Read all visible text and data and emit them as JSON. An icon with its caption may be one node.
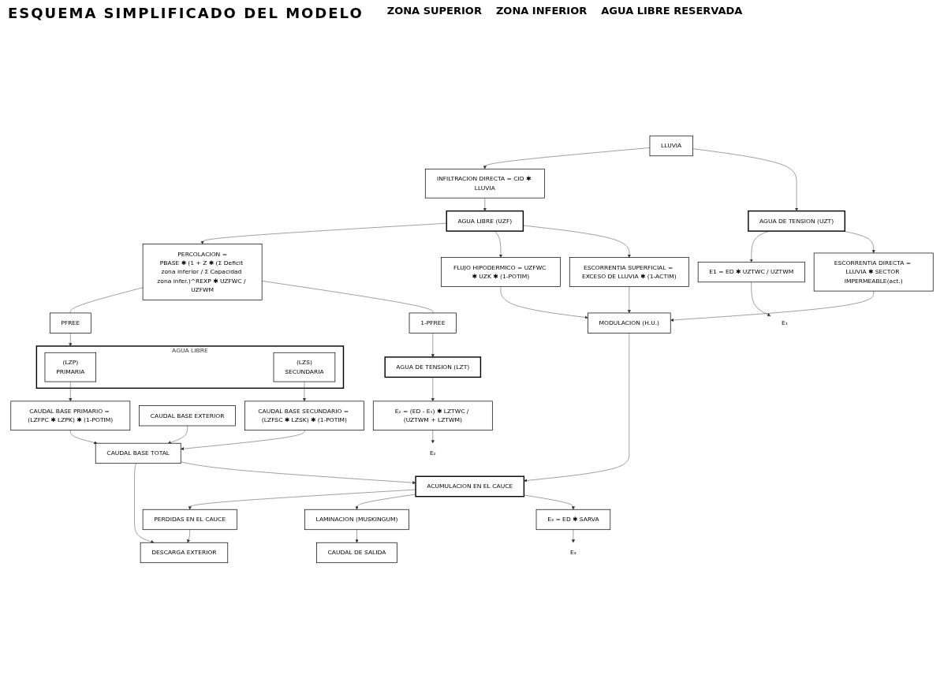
{
  "diagram": {
    "title": "ESQUEMA SIMPLIFICADO DEL MODELO",
    "nodes": [
      {
        "text": [
          "LLUVIA"
        ]
      },
      {
        "text": [
          "INFILTRACION DIRECTA = CID ✱ LLUVIA"
        ]
      },
      {
        "text": [
          "AGUA DE TENSION (UZT)"
        ]
      },
      {
        "text": [
          "AGUA LIBRE (UZF)"
        ]
      },
      {
        "text": [
          "ESCORRENTIA DIRECTA = LLUVIA ✱ SECTOR IMPERMEABLE(act.)"
        ]
      },
      {
        "text": [
          "ESCORRENTIA SUPERFICIAL = EXCESO DE LLUVIA ✱ (1-ACTIM)"
        ]
      },
      {
        "text": [
          "FLUJO HIPODERMICO = UZFWC ✱ UZK ✱ (1-POTIM)"
        ]
      },
      {
        "text": [
          "E1 = ED ✱ UZTWC / UZTWM"
        ]
      },
      {
        "text": [
          "E₁"
        ]
      },
      {
        "text": [
          "PERCOLACION =",
          "PBASE ✱ (1 + Z ✱ (Σ Deficit zona inferior / Σ Capacidad zona infer.)^REXP ✱ UZFWC / UZFWM"
        ]
      },
      {
        "text": [
          "1-PFREE"
        ]
      },
      {
        "text": [
          "PFREE"
        ]
      },
      {
        "text": [
          "AGUA DE TENSION (LZT)"
        ]
      },
      {
        "text": [
          "AGUA LIBRE"
        ]
      },
      {
        "text": [
          "(LZP)",
          "PRIMARIA"
        ],
        "in": 13
      },
      {
        "text": [
          "(LZS)",
          "SECUNDARIA"
        ],
        "in": 13
      },
      {
        "text": [
          "E₂ = (ED - E₁) ✱ LZTWC / (UZTWM + LZTWM)"
        ]
      },
      {
        "text": [
          "E₂"
        ]
      },
      {
        "text": [
          "CAUDAL BASE EXTERIOR"
        ]
      },
      {
        "text": [
          "CAUDAL BASE TOTAL"
        ]
      },
      {
        "text": [
          "CAUDAL BASE SECUNDARIO = (LZFSC ✱ LZSK) ✱ (1-POTIM)"
        ]
      },
      {
        "text": [
          "CAUDAL BASE PRIMARIO = (LZFPC ✱ LZPK) ✱ (1-POTIM)"
        ]
      },
      {
        "text": [
          "MODULACION (H.U.)"
        ]
      },
      {
        "text": [
          "E₃ = ED ✱ SARVA"
        ]
      },
      {
        "text": [
          "E₃"
        ]
      },
      {
        "text": [
          "ACUMULACION EN EL CAUCE"
        ]
      },
      {
        "text": [
          "PERDIDAS EN EL CAUCE"
        ]
      },
      {
        "text": [
          "DESCARGA EXTERIOR"
        ]
      },
      {
        "text": [
          "LAMINACION (MUSKINGUM)"
        ]
      },
      {
        "text": [
          "CAUDAL DE SALIDA"
        ]
      }
    ],
    "edges": [
      {
        "from": 0,
        "to": 2,
        "arrow": "to"
      },
      {
        "from": 0,
        "to": 1,
        "arrow": "to"
      },
      {
        "from": 1,
        "to": 3,
        "arrow": "to"
      },
      {
        "from": 2,
        "to": 4,
        "arrow": "to"
      },
      {
        "from": 3,
        "to": 5,
        "arrow": "to"
      },
      {
        "from": 3,
        "to": 6,
        "arrow": "to"
      },
      {
        "from": 2,
        "to": 7,
        "arrow": "to"
      },
      {
        "from": 7,
        "to": 8,
        "arrow": "to"
      },
      {
        "from": 3,
        "to": 9,
        "arrow": "to"
      },
      {
        "from": 9,
        "to": 10,
        "arrow": "none"
      },
      {
        "from": 9,
        "to": 11,
        "arrow": "none"
      },
      {
        "from": 10,
        "to": 12,
        "arrow": "to"
      },
      {
        "from": 11,
        "to": 13,
        "arrow": "to"
      },
      {
        "from": 12,
        "to": 16,
        "arrow": "to"
      },
      {
        "from": 16,
        "to": 17,
        "arrow": "to"
      },
      {
        "from": 15,
        "to": 20,
        "arrow": "to"
      },
      {
        "from": 14,
        "to": 21,
        "arrow": "to"
      },
      {
        "from": 4,
        "to": 22,
        "arrow": "to"
      },
      {
        "from": 5,
        "to": 22,
        "arrow": "to"
      },
      {
        "from": 6,
        "to": 22,
        "arrow": "to"
      },
      {
        "from": 18,
        "to": 19,
        "arrow": "to"
      },
      {
        "from": 20,
        "to": 19,
        "arrow": "to"
      },
      {
        "from": 21,
        "to": 19,
        "arrow": "to"
      },
      {
        "from": 22,
        "to": 25,
        "arrow": "to"
      },
      {
        "from": 19,
        "to": 25,
        "arrow": "to"
      },
      {
        "from": 19,
        "to": 27,
        "arrow": "to"
      },
      {
        "from": 25,
        "to": 23,
        "arrow": "to"
      },
      {
        "from": 23,
        "to": 24,
        "arrow": "to"
      },
      {
        "from": 25,
        "to": 28,
        "arrow": "to"
      },
      {
        "from": 28,
        "to": 29,
        "arrow": "to"
      },
      {
        "from": 25,
        "to": 26,
        "arrow": "to"
      },
      {
        "from": 26,
        "to": 27,
        "arrow": "to"
      }
    ],
    "labels": [
      "ZONA SUPERIOR",
      "ZONA INFERIOR",
      "AGUA LIBRE RESERVADA"
    ]
  }
}
